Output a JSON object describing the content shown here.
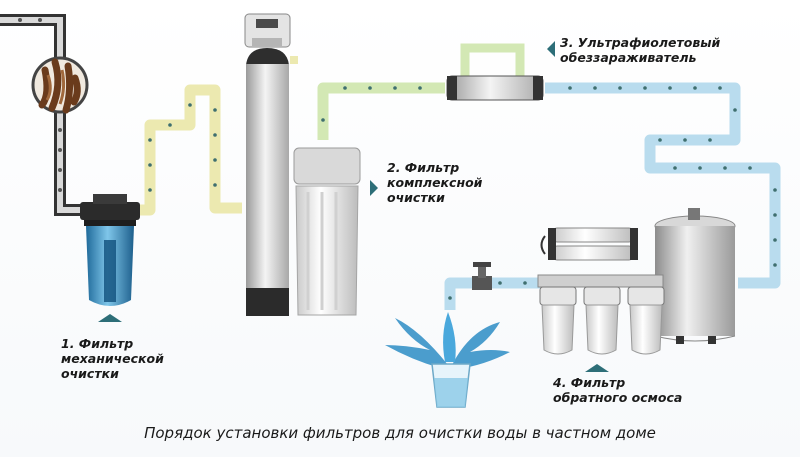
{
  "labels": {
    "step1": [
      "1. Фильтр",
      "механической",
      "очистки"
    ],
    "step2": [
      "2. Фильтр",
      "комплексной",
      "очистки"
    ],
    "step3": [
      "3. Ультрафиолетовый",
      "обеззараживатель"
    ],
    "step4": [
      "4. Фильтр",
      "обратного осмоса"
    ]
  },
  "caption": "Порядок установки фильтров для очистки воды в частном доме",
  "colors": {
    "pipe_dark": "#333333",
    "pipe_yellow": "#ece9b0",
    "pipe_green": "#d3e8b4",
    "pipe_blue": "#b9dcee",
    "pipe_dots": "#3f6f6f",
    "arrow": "#2d6e78"
  },
  "icons": [
    "well-icon",
    "tap-icon",
    "water-splash-icon",
    "glass-icon"
  ]
}
